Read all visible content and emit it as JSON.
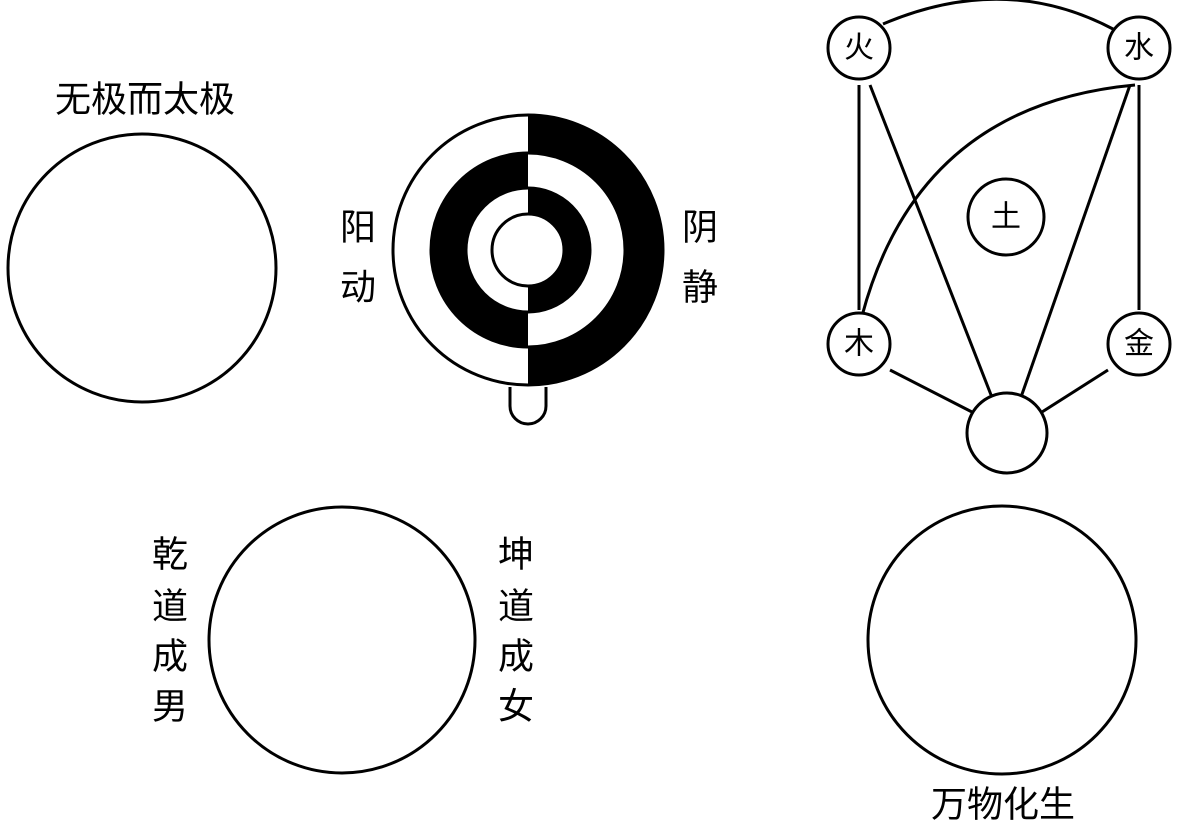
{
  "labels": {
    "wuji": "无极而太极",
    "yang_1": "阳",
    "yang_2": "动",
    "yin_1": "阴",
    "yin_2": "静",
    "qian_1": "乾",
    "qian_2": "道",
    "qian_3": "成",
    "qian_4": "男",
    "kun_1": "坤",
    "kun_2": "道",
    "kun_3": "成",
    "kun_4": "女",
    "wanwu": "万物化生"
  },
  "elements": {
    "fire": "火",
    "water": "水",
    "earth": "土",
    "wood": "木",
    "metal": "金"
  },
  "colors": {
    "ink": "#000000",
    "paper": "#ffffff"
  }
}
